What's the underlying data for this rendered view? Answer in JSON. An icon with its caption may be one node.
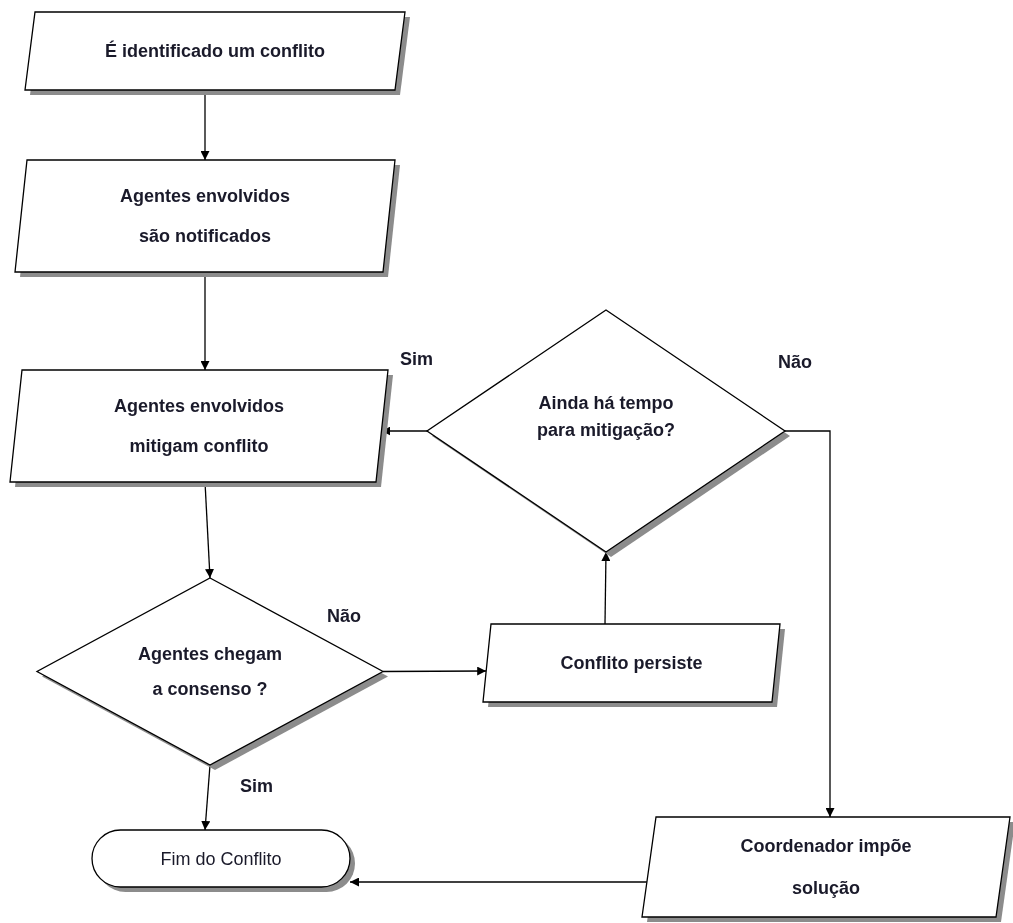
{
  "diagram": {
    "nodes": [
      {
        "text": [
          "É identificado um conflito"
        ]
      },
      {
        "text": [
          "Agentes envolvidos são notificados"
        ]
      },
      {
        "text": [
          "Agentes envolvidos mitigam conflito"
        ]
      },
      {
        "text": [
          "Ainda há tempo para mitigação?"
        ]
      },
      {
        "text": [
          "Agentes chegam a consenso ?"
        ]
      },
      {
        "text": [
          "Conflito persiste"
        ]
      },
      {
        "text": [
          "Fim do Conflito"
        ]
      },
      {
        "text": [
          "Coordenador impõe solução"
        ]
      }
    ],
    "edges": [
      {
        "from": 0,
        "to": 1,
        "arrow": "to"
      },
      {
        "from": 1,
        "to": 2,
        "arrow": "to"
      },
      {
        "from": 2,
        "to": 4,
        "arrow": "to"
      },
      {
        "from": 4,
        "to": 5,
        "arrow": "to",
        "label": "Não"
      },
      {
        "from": 4,
        "to": 6,
        "arrow": "to",
        "label": "Sim"
      },
      {
        "from": 5,
        "to": 3,
        "arrow": "to"
      },
      {
        "from": 3,
        "to": 2,
        "arrow": "to",
        "label": "Sim"
      },
      {
        "from": 3,
        "to": 7,
        "arrow": "to",
        "label": "Não"
      },
      {
        "from": 7,
        "to": 6,
        "arrow": "to"
      }
    ]
  }
}
